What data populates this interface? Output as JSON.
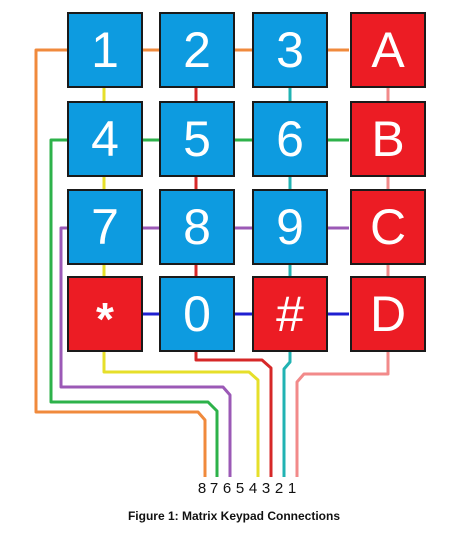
{
  "keys": [
    [
      "1",
      "2",
      "3",
      "A"
    ],
    [
      "4",
      "5",
      "6",
      "B"
    ],
    [
      "7",
      "8",
      "9",
      "C"
    ],
    [
      "*",
      "0",
      "#",
      "D"
    ]
  ],
  "key_colors": {
    "blue_keys": "#0d9be0",
    "red_keys": "#ec1c24"
  },
  "pins": [
    "8",
    "7",
    "6",
    "5",
    "4",
    "3",
    "2",
    "1"
  ],
  "wire_colors": {
    "row1": "#f08a3c",
    "row2": "#2db24a",
    "row3": "#9b59b6",
    "row4": "#1f1fd1",
    "col1": "#e6df2a",
    "col2": "#d62828",
    "col3": "#21b3b3",
    "col4": "#f28a8a"
  },
  "caption": "Figure 1: Matrix Keypad Connections"
}
